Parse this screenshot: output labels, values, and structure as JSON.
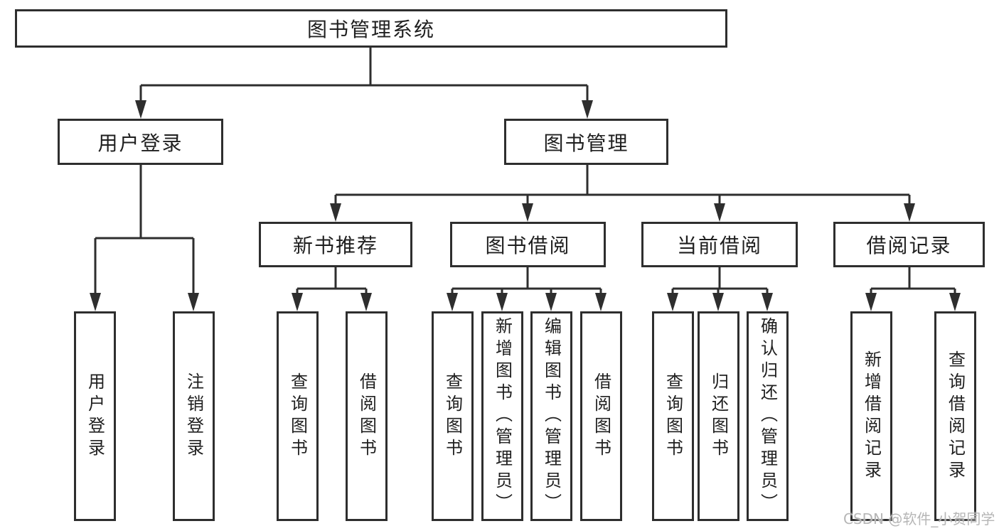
{
  "diagram_title": "图书管理系统",
  "watermark": "CSDN @软件_小贺同学",
  "colors": {
    "line": "#2e2e2e",
    "box_border": "#2e2e2e",
    "box_fill": "#ffffff",
    "text": "#1f1f1f",
    "watermark": "#b6b6b6",
    "background": "#ffffff"
  },
  "tree": {
    "root": "图书管理系统",
    "branches": [
      {
        "label": "用户登录",
        "leaves": [
          "用户登录",
          "注销登录"
        ]
      },
      {
        "label": "图书管理",
        "branches": [
          {
            "label": "新书推荐",
            "leaves": [
              "查询图书",
              "借阅图书"
            ]
          },
          {
            "label": "图书借阅",
            "leaves": [
              "查询图书",
              "新增图书（管理员）",
              "编辑图书（管理员）",
              "借阅图书"
            ]
          },
          {
            "label": "当前借阅",
            "leaves": [
              "查询图书",
              "归还图书",
              "确认归还（管理员）"
            ]
          },
          {
            "label": "借阅记录",
            "leaves": [
              "新增借阅记录",
              "查询借阅记录"
            ]
          }
        ]
      }
    ]
  }
}
